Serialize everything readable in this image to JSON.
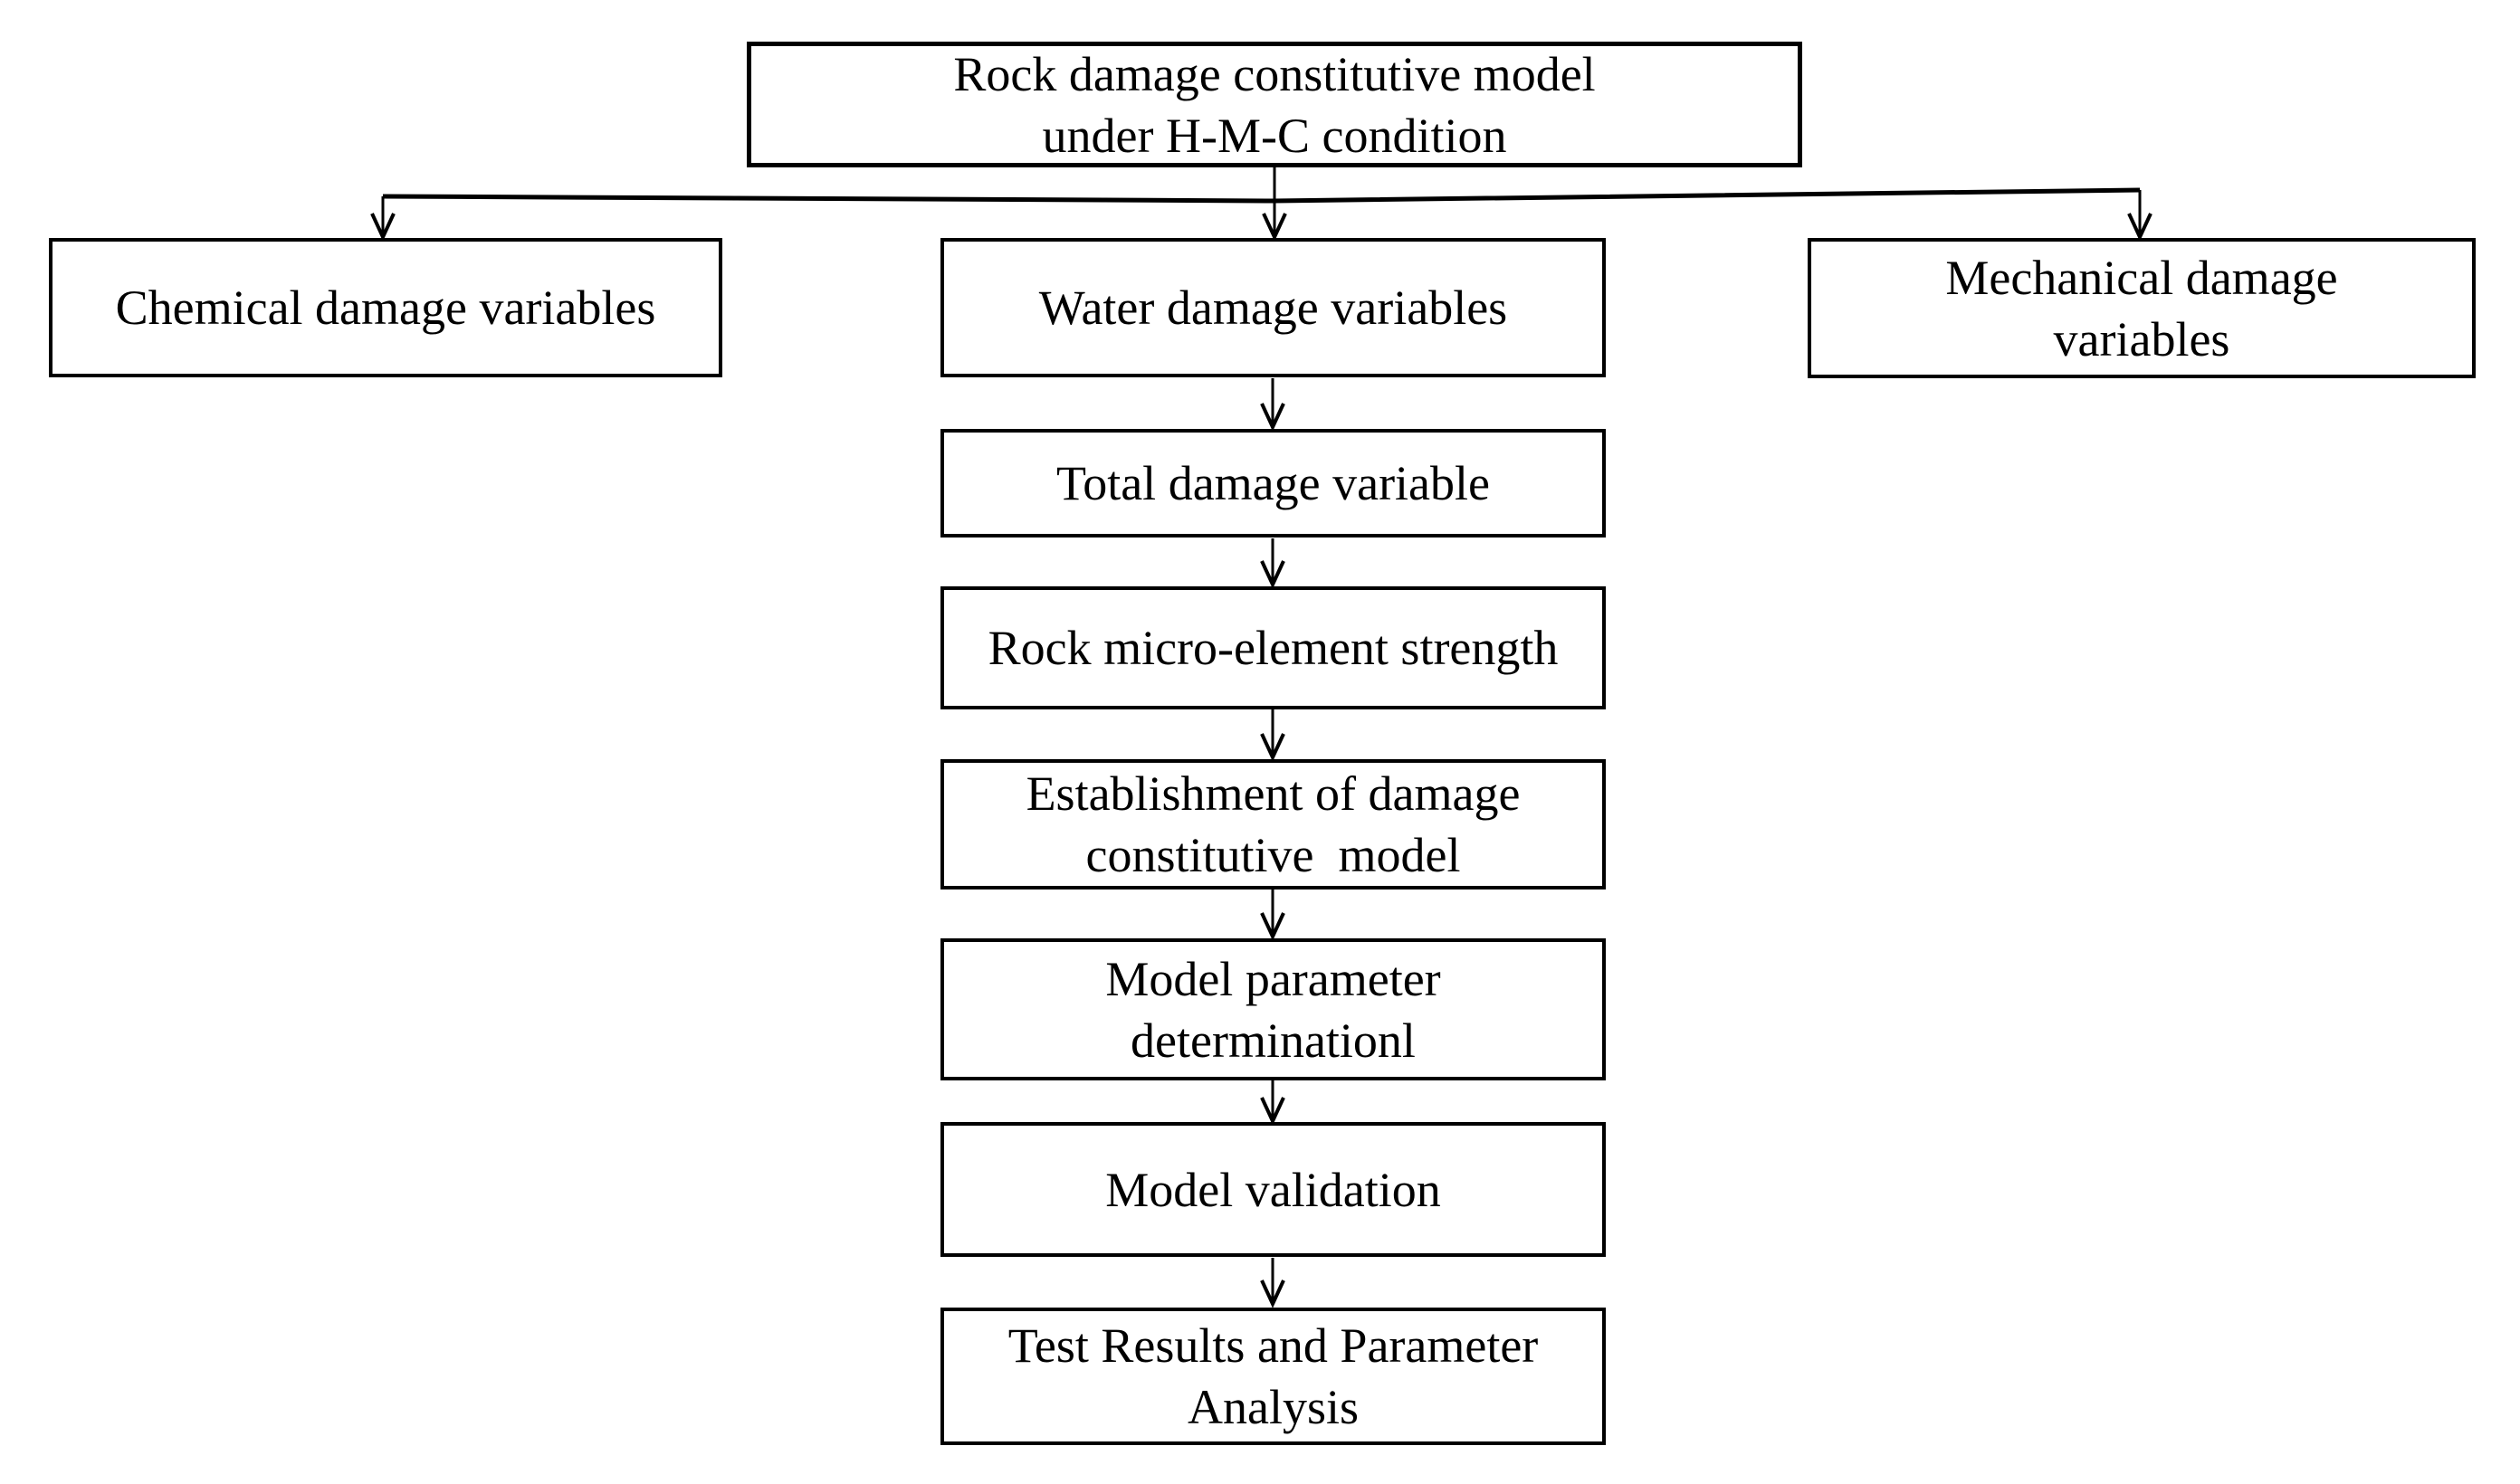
{
  "diagram": {
    "type": "flowchart",
    "background_color": "#ffffff",
    "line_color": "#000000",
    "box_border_color": "#000000",
    "text_color": "#000000",
    "nodes": {
      "root": {
        "label": "Rock damage constitutive model\nunder H-M-C condition"
      },
      "chemical": {
        "label": "Chemical damage variables"
      },
      "water": {
        "label": "Water damage variables"
      },
      "mechanical": {
        "label": "Mechanical damage\nvariables"
      },
      "total": {
        "label": "Total damage variable"
      },
      "micro": {
        "label": "Rock micro-element strength"
      },
      "establish": {
        "label": "Establishment of damage\nconstitutive  model"
      },
      "param": {
        "label": "Model parameter\ndeterminationl"
      },
      "validation": {
        "label": "Model validation"
      },
      "results": {
        "label": "Test Results and Parameter\nAnalysis"
      }
    },
    "edges": [
      {
        "from": "root",
        "to": "chemical"
      },
      {
        "from": "root",
        "to": "water"
      },
      {
        "from": "root",
        "to": "mechanical"
      },
      {
        "from": "water",
        "to": "total"
      },
      {
        "from": "total",
        "to": "micro"
      },
      {
        "from": "micro",
        "to": "establish"
      },
      {
        "from": "establish",
        "to": "param"
      },
      {
        "from": "param",
        "to": "validation"
      },
      {
        "from": "validation",
        "to": "results"
      }
    ]
  }
}
